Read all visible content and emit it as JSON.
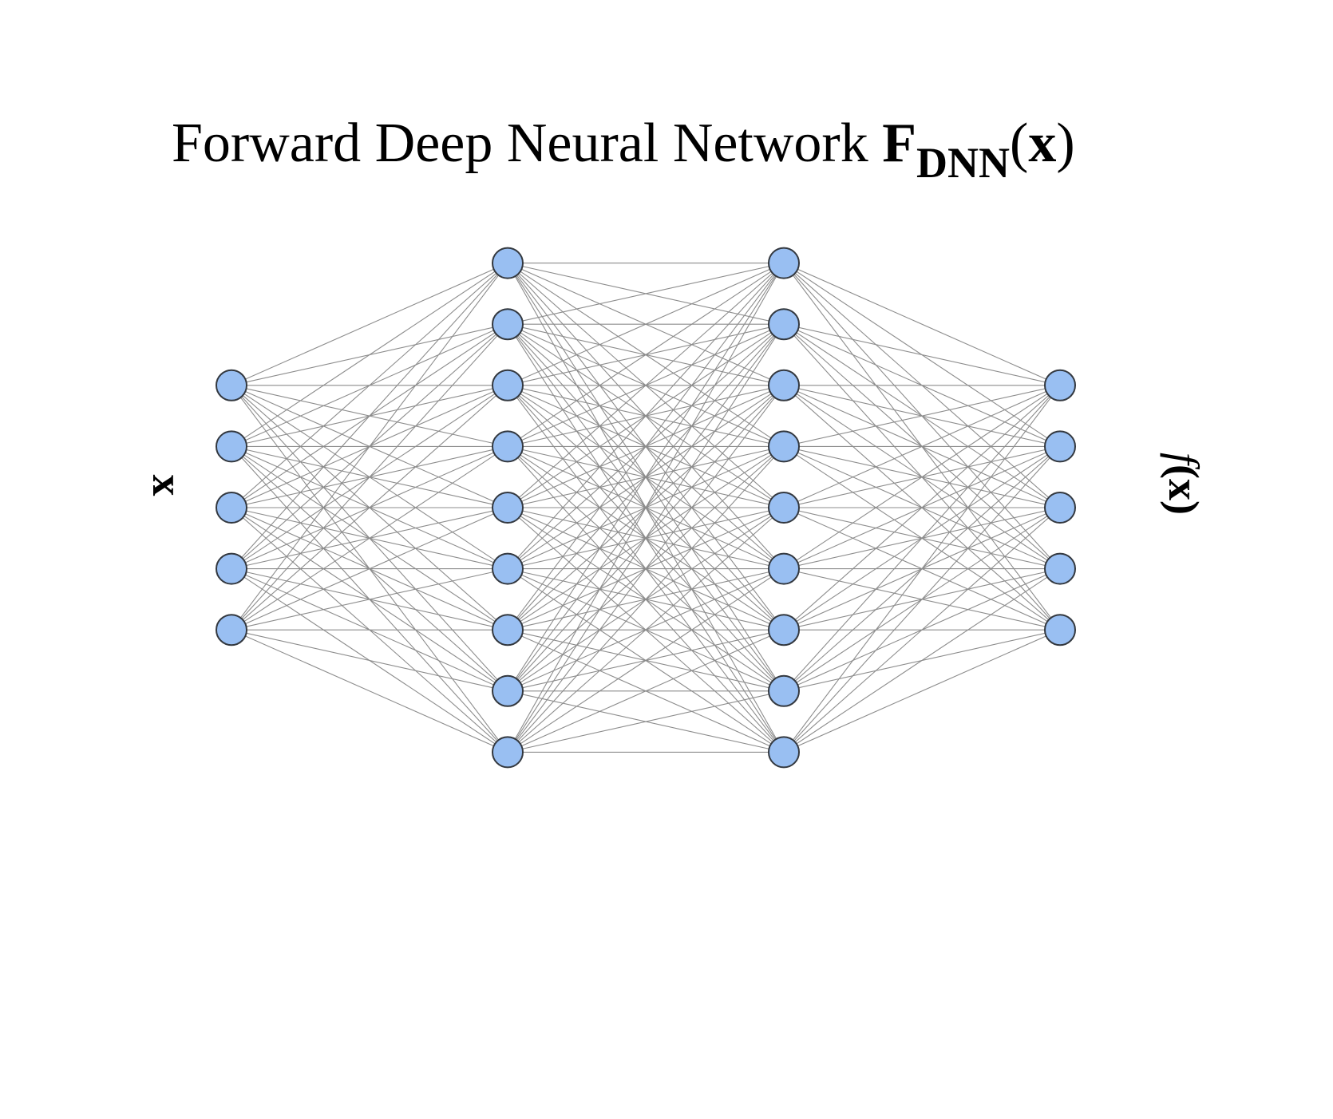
{
  "title": {
    "prefix": "Forward Deep Neural Network ",
    "symbol": "F",
    "subscript": "DNN",
    "open_paren": "(",
    "argument": "x",
    "close_paren": ")"
  },
  "input_label": "x",
  "output_label": {
    "function": "f",
    "open_paren": "(",
    "argument": "x",
    "close_paren": ")"
  },
  "network": {
    "layers": [
      {
        "name": "input",
        "neurons": 5
      },
      {
        "name": "hidden-1",
        "neurons": 9
      },
      {
        "name": "hidden-2",
        "neurons": 9
      },
      {
        "name": "output",
        "neurons": 5
      }
    ],
    "fully_connected": true
  },
  "colors": {
    "neuron_fill": "#99bff2",
    "neuron_stroke": "#33383f",
    "edge": "#8c8c8c",
    "text": "#000000"
  }
}
